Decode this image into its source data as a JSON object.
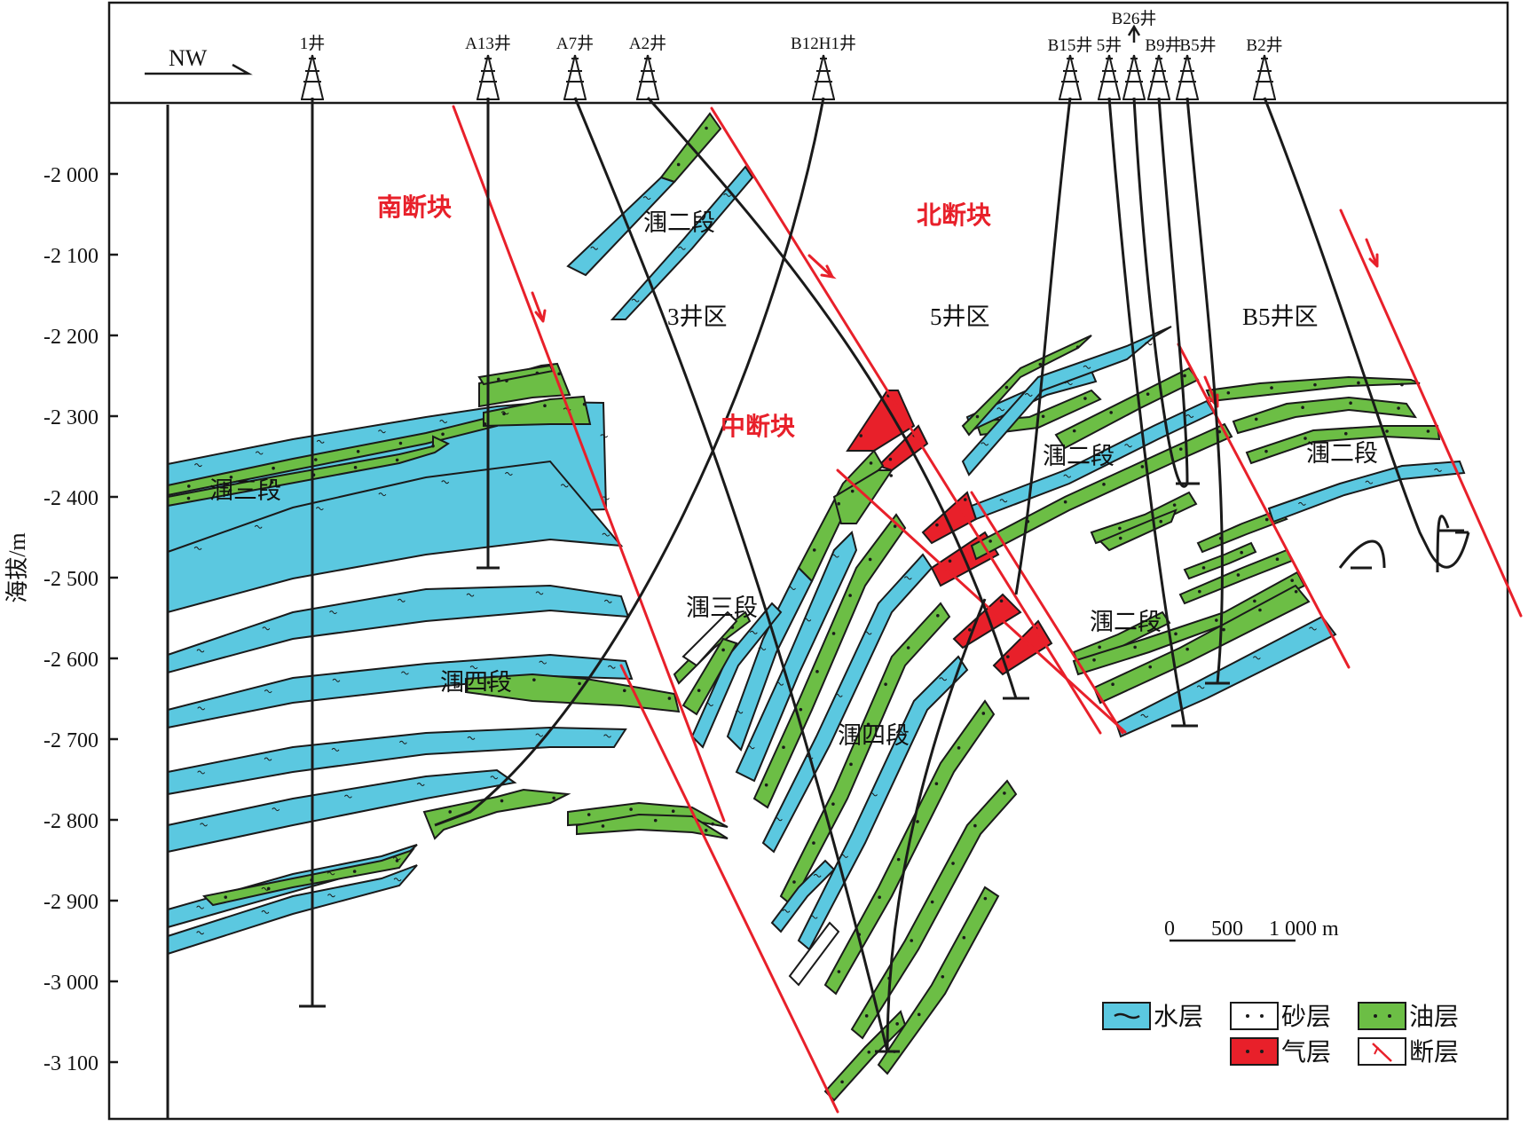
{
  "orientation": "NW",
  "y_axis": {
    "title": "海拔/m",
    "ticks": [
      {
        "value": -2000,
        "label": "-2 000"
      },
      {
        "value": -2100,
        "label": "-2 100"
      },
      {
        "value": -2200,
        "label": "-2 200"
      },
      {
        "value": -2300,
        "label": "-2 300"
      },
      {
        "value": -2400,
        "label": "-2 400"
      },
      {
        "value": -2500,
        "label": "-2 500"
      },
      {
        "value": -2600,
        "label": "-2 600"
      },
      {
        "value": -2700,
        "label": "-2 700"
      },
      {
        "value": -2800,
        "label": "-2 800"
      },
      {
        "value": -2900,
        "label": "-2 900"
      },
      {
        "value": -3000,
        "label": "-3 000"
      },
      {
        "value": -3100,
        "label": "-3 100"
      }
    ]
  },
  "wells": [
    {
      "id": "w1",
      "name": "1井"
    },
    {
      "id": "wA13",
      "name": "A13井"
    },
    {
      "id": "wA7",
      "name": "A7井"
    },
    {
      "id": "wA2",
      "name": "A2井"
    },
    {
      "id": "wB12H1",
      "name": "B12H1井"
    },
    {
      "id": "wB15",
      "name": "B15井"
    },
    {
      "id": "w5",
      "name": "5井"
    },
    {
      "id": "wB26",
      "name": "B26井"
    },
    {
      "id": "wB9",
      "name": "B9井"
    },
    {
      "id": "wB5",
      "name": "B5井"
    },
    {
      "id": "wB2",
      "name": "B2井"
    }
  ],
  "fault_blocks": {
    "south": "南断块",
    "middle": "中断块",
    "north": "北断块"
  },
  "well_areas": {
    "area3": "3井区",
    "area5": "5井区",
    "areaB5": "B5井区"
  },
  "formations": {
    "jian2": "涠二段",
    "jian3": "涠三段",
    "jian4": "涠四段"
  },
  "scale_bar": {
    "labels": [
      "0",
      "500",
      "1 000 m"
    ]
  },
  "legend": {
    "water": "水层",
    "sand": "砂层",
    "oil": "油层",
    "gas": "气层",
    "fault": "断层"
  },
  "colors": {
    "water": "#5bc8e0",
    "oil": "#6cbe45",
    "gas": "#e8202a",
    "fault": "#e8202a",
    "line": "#1a1a1a"
  }
}
